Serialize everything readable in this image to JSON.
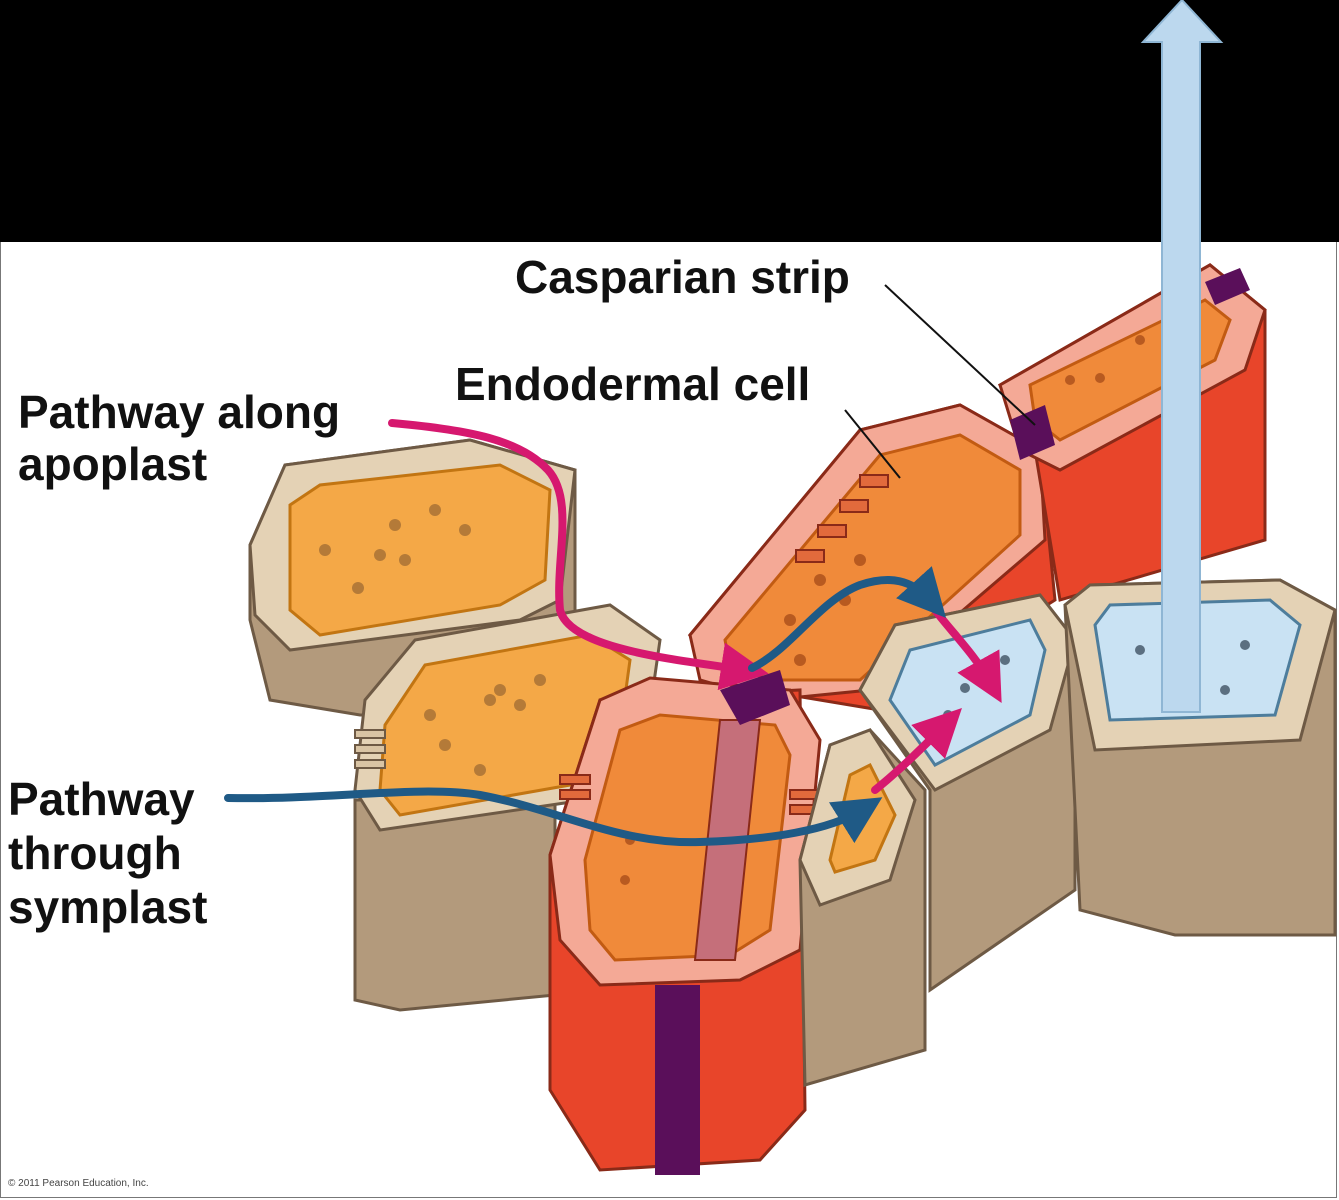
{
  "labels": {
    "casparian_strip": "Casparian strip",
    "endodermal_cell": "Endodermal cell",
    "apoplast_line1": "Pathway along",
    "apoplast_line2": "apoplast",
    "symplast_line1": "Pathway",
    "symplast_line2": "through",
    "symplast_line3": "symplast"
  },
  "copyright": "© 2011 Pearson Education, Inc.",
  "colors": {
    "apoplast_path": "#d6186f",
    "symplast_path": "#1f5a86",
    "casparian_strip": "#5a0f5a",
    "endodermis_wall": "#e8452a",
    "endodermis_rim": "#f4a996",
    "cortex_wall": "#b9a183",
    "cytoplasm": "#f4a847",
    "xylem": "#c9e2f3",
    "background_top": "#000000"
  }
}
